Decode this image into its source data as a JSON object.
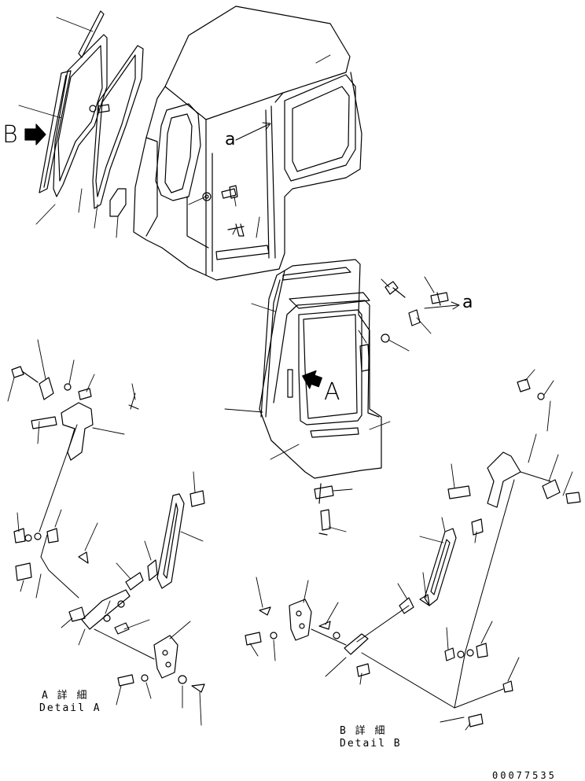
{
  "view_labels": {
    "b": "B",
    "a": "A"
  },
  "ref_labels": {
    "a_upper": "a",
    "a_right": "a"
  },
  "captions": {
    "detail_a_jp": "A 詳 細",
    "detail_a_en": "Detail A",
    "detail_b_jp": "B 詳 細",
    "detail_b_en": "Detail B"
  },
  "part_code": "00077535"
}
